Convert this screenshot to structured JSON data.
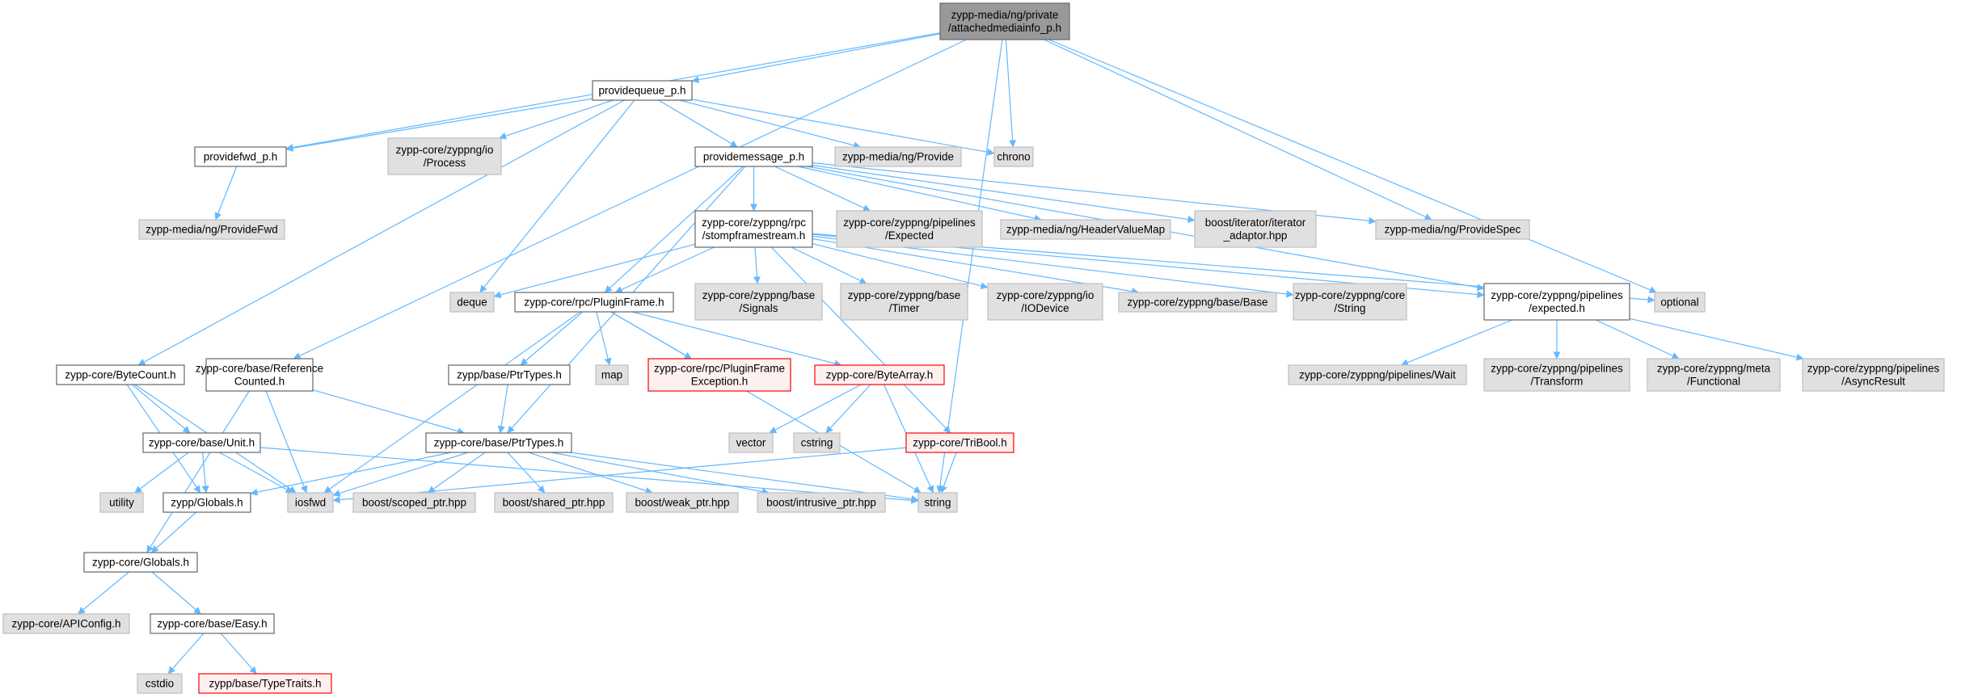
{
  "diagram": {
    "colors": {
      "edge": "#63b8ff",
      "root_fill": "#999999",
      "root_border": "#666666",
      "normal_fill": "#ffffff",
      "normal_border": "#666666",
      "system_fill": "#e0e0e0",
      "system_border": "#bfbfbf",
      "missing_fill": "#fff0f0",
      "missing_border": "#ff0000"
    },
    "nodes": [
      {
        "id": "root",
        "kind": "root",
        "lines": [
          "zypp-media/ng/private",
          "/attachedmediainfo_p.h"
        ]
      },
      {
        "id": "providequeue",
        "kind": "normal",
        "lines": [
          "providequeue_p.h"
        ]
      },
      {
        "id": "providefwd",
        "kind": "normal",
        "lines": [
          "providefwd_p.h"
        ]
      },
      {
        "id": "process",
        "kind": "system",
        "lines": [
          "zypp-core/zyppng/io",
          "/Process"
        ]
      },
      {
        "id": "providemessage",
        "kind": "normal",
        "lines": [
          "providemessage_p.h"
        ]
      },
      {
        "id": "provide",
        "kind": "system",
        "lines": [
          "zypp-media/ng/Provide"
        ]
      },
      {
        "id": "chrono",
        "kind": "system",
        "lines": [
          "chrono"
        ]
      },
      {
        "id": "providefwd_h",
        "kind": "system",
        "lines": [
          "zypp-media/ng/ProvideFwd"
        ]
      },
      {
        "id": "stomp",
        "kind": "normal",
        "lines": [
          "zypp-core/zyppng/rpc",
          "/stompframestream.h"
        ]
      },
      {
        "id": "expected_sys",
        "kind": "system",
        "lines": [
          "zypp-core/zyppng/pipelines",
          "/Expected"
        ]
      },
      {
        "id": "headervaluemap",
        "kind": "system",
        "lines": [
          "zypp-media/ng/HeaderValueMap"
        ]
      },
      {
        "id": "iterator",
        "kind": "system",
        "lines": [
          "boost/iterator/iterator",
          "_adaptor.hpp"
        ]
      },
      {
        "id": "providespec",
        "kind": "system",
        "lines": [
          "zypp-media/ng/ProvideSpec"
        ]
      },
      {
        "id": "deque",
        "kind": "system",
        "lines": [
          "deque"
        ]
      },
      {
        "id": "pluginframe",
        "kind": "normal",
        "lines": [
          "zypp-core/rpc/PluginFrame.h"
        ]
      },
      {
        "id": "signals",
        "kind": "system",
        "lines": [
          "zypp-core/zyppng/base",
          "/Signals"
        ]
      },
      {
        "id": "timer",
        "kind": "system",
        "lines": [
          "zypp-core/zyppng/base",
          "/Timer"
        ]
      },
      {
        "id": "iodevice",
        "kind": "system",
        "lines": [
          "zypp-core/zyppng/io",
          "/IODevice"
        ]
      },
      {
        "id": "base",
        "kind": "system",
        "lines": [
          "zypp-core/zyppng/base/Base"
        ]
      },
      {
        "id": "corestring",
        "kind": "system",
        "lines": [
          "zypp-core/zyppng/core",
          "/String"
        ]
      },
      {
        "id": "expected_h",
        "kind": "normal",
        "lines": [
          "zypp-core/zyppng/pipelines",
          "/expected.h"
        ]
      },
      {
        "id": "optional",
        "kind": "system",
        "lines": [
          "optional"
        ]
      },
      {
        "id": "bytecount",
        "kind": "normal",
        "lines": [
          "zypp-core/ByteCount.h"
        ]
      },
      {
        "id": "refcounted",
        "kind": "normal",
        "lines": [
          "zypp-core/base/Reference",
          "Counted.h"
        ]
      },
      {
        "id": "zypp_ptrtypes",
        "kind": "normal",
        "lines": [
          "zypp/base/PtrTypes.h"
        ]
      },
      {
        "id": "map",
        "kind": "system",
        "lines": [
          "map"
        ]
      },
      {
        "id": "pluginframeexc",
        "kind": "missing",
        "lines": [
          "zypp-core/rpc/PluginFrame",
          "Exception.h"
        ]
      },
      {
        "id": "bytearray",
        "kind": "missing",
        "lines": [
          "zypp-core/ByteArray.h"
        ]
      },
      {
        "id": "wait",
        "kind": "system",
        "lines": [
          "zypp-core/zyppng/pipelines/Wait"
        ]
      },
      {
        "id": "transform",
        "kind": "system",
        "lines": [
          "zypp-core/zyppng/pipelines",
          "/Transform"
        ]
      },
      {
        "id": "functional",
        "kind": "system",
        "lines": [
          "zypp-core/zyppng/meta",
          "/Functional"
        ]
      },
      {
        "id": "asyncresult",
        "kind": "system",
        "lines": [
          "zypp-core/zyppng/pipelines",
          "/AsyncResult"
        ]
      },
      {
        "id": "unit",
        "kind": "normal",
        "lines": [
          "zypp-core/base/Unit.h"
        ]
      },
      {
        "id": "core_ptrtypes",
        "kind": "normal",
        "lines": [
          "zypp-core/base/PtrTypes.h"
        ]
      },
      {
        "id": "vector",
        "kind": "system",
        "lines": [
          "vector"
        ]
      },
      {
        "id": "cstring",
        "kind": "system",
        "lines": [
          "cstring"
        ]
      },
      {
        "id": "tribool",
        "kind": "missing",
        "lines": [
          "zypp-core/TriBool.h"
        ]
      },
      {
        "id": "utility",
        "kind": "system",
        "lines": [
          "utility"
        ]
      },
      {
        "id": "zypp_globals",
        "kind": "normal",
        "lines": [
          "zypp/Globals.h"
        ]
      },
      {
        "id": "iosfwd",
        "kind": "system",
        "lines": [
          "iosfwd"
        ]
      },
      {
        "id": "scoped",
        "kind": "system",
        "lines": [
          "boost/scoped_ptr.hpp"
        ]
      },
      {
        "id": "shared",
        "kind": "system",
        "lines": [
          "boost/shared_ptr.hpp"
        ]
      },
      {
        "id": "weak",
        "kind": "system",
        "lines": [
          "boost/weak_ptr.hpp"
        ]
      },
      {
        "id": "intrusive",
        "kind": "system",
        "lines": [
          "boost/intrusive_ptr.hpp"
        ]
      },
      {
        "id": "string",
        "kind": "system",
        "lines": [
          "string"
        ]
      },
      {
        "id": "core_globals",
        "kind": "normal",
        "lines": [
          "zypp-core/Globals.h"
        ]
      },
      {
        "id": "apiconfig",
        "kind": "system",
        "lines": [
          "zypp-core/APIConfig.h"
        ]
      },
      {
        "id": "easy",
        "kind": "normal",
        "lines": [
          "zypp-core/base/Easy.h"
        ]
      },
      {
        "id": "cstdio",
        "kind": "system",
        "lines": [
          "cstdio"
        ]
      },
      {
        "id": "typetraits",
        "kind": "missing",
        "lines": [
          "zypp/base/TypeTraits.h"
        ]
      }
    ],
    "edges": [
      [
        "root",
        "providequeue"
      ],
      [
        "root",
        "providefwd"
      ],
      [
        "root",
        "chrono"
      ],
      [
        "root",
        "refcounted"
      ],
      [
        "root",
        "providespec"
      ],
      [
        "root",
        "optional"
      ],
      [
        "root",
        "string"
      ],
      [
        "providequeue",
        "providefwd"
      ],
      [
        "providequeue",
        "process"
      ],
      [
        "providequeue",
        "providemessage"
      ],
      [
        "providequeue",
        "provide"
      ],
      [
        "providequeue",
        "chrono"
      ],
      [
        "providequeue",
        "deque"
      ],
      [
        "providequeue",
        "bytecount"
      ],
      [
        "providefwd",
        "providefwd_h"
      ],
      [
        "providemessage",
        "stomp"
      ],
      [
        "providemessage",
        "expected_sys"
      ],
      [
        "providemessage",
        "headervaluemap"
      ],
      [
        "providemessage",
        "iterator"
      ],
      [
        "providemessage",
        "providespec"
      ],
      [
        "providemessage",
        "pluginframe"
      ],
      [
        "providemessage",
        "core_ptrtypes"
      ],
      [
        "providemessage",
        "expected_h"
      ],
      [
        "stomp",
        "deque"
      ],
      [
        "stomp",
        "pluginframe"
      ],
      [
        "stomp",
        "signals"
      ],
      [
        "stomp",
        "timer"
      ],
      [
        "stomp",
        "iodevice"
      ],
      [
        "stomp",
        "base"
      ],
      [
        "stomp",
        "corestring"
      ],
      [
        "stomp",
        "expected_h"
      ],
      [
        "stomp",
        "optional"
      ],
      [
        "stomp",
        "tribool"
      ],
      [
        "pluginframe",
        "zypp_ptrtypes"
      ],
      [
        "pluginframe",
        "map"
      ],
      [
        "pluginframe",
        "pluginframeexc"
      ],
      [
        "pluginframe",
        "bytearray"
      ],
      [
        "pluginframe",
        "iosfwd"
      ],
      [
        "pluginframe",
        "string"
      ],
      [
        "expected_h",
        "wait"
      ],
      [
        "expected_h",
        "transform"
      ],
      [
        "expected_h",
        "functional"
      ],
      [
        "expected_h",
        "asyncresult"
      ],
      [
        "bytecount",
        "unit"
      ],
      [
        "bytecount",
        "zypp_globals"
      ],
      [
        "bytecount",
        "iosfwd"
      ],
      [
        "refcounted",
        "core_ptrtypes"
      ],
      [
        "refcounted",
        "iosfwd"
      ],
      [
        "refcounted",
        "core_globals"
      ],
      [
        "zypp_ptrtypes",
        "core_ptrtypes"
      ],
      [
        "bytearray",
        "vector"
      ],
      [
        "bytearray",
        "cstring"
      ],
      [
        "bytearray",
        "string"
      ],
      [
        "unit",
        "utility"
      ],
      [
        "unit",
        "zypp_globals"
      ],
      [
        "unit",
        "iosfwd"
      ],
      [
        "unit",
        "string"
      ],
      [
        "core_ptrtypes",
        "zypp_globals"
      ],
      [
        "core_ptrtypes",
        "iosfwd"
      ],
      [
        "core_ptrtypes",
        "scoped"
      ],
      [
        "core_ptrtypes",
        "shared"
      ],
      [
        "core_ptrtypes",
        "weak"
      ],
      [
        "core_ptrtypes",
        "intrusive"
      ],
      [
        "core_ptrtypes",
        "string"
      ],
      [
        "tribool",
        "string"
      ],
      [
        "tribool",
        "iosfwd"
      ],
      [
        "zypp_globals",
        "core_globals"
      ],
      [
        "core_globals",
        "apiconfig"
      ],
      [
        "core_globals",
        "easy"
      ],
      [
        "easy",
        "cstdio"
      ],
      [
        "easy",
        "typetraits"
      ]
    ]
  }
}
